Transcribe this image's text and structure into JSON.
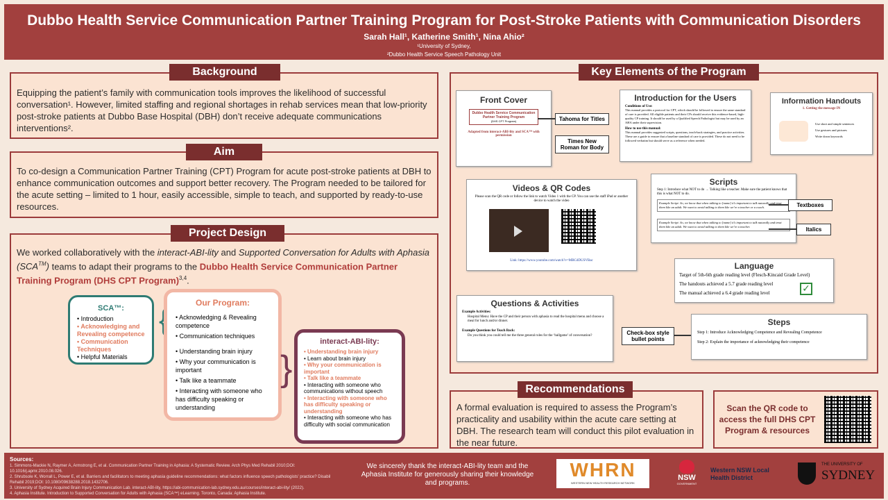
{
  "header": {
    "title": "Dubbo Health Service Communication Partner Training Program for Post-Stroke Patients with Communication Disorders",
    "authors": "Sarah Hall¹, Katherine Smith¹, Nina Ahio²",
    "aff1": "¹University of Sydney,",
    "aff2": "²Dubbo Health Service Speech Pathology Unit"
  },
  "background": {
    "title": "Background",
    "text": "Equipping the patient’s family with communication tools improves the likelihood of successful conversation¹. However, limited staffing and regional shortages in rehab services mean that low-priority post-stroke patients at Dubbo Base Hospital (DBH) don’t receive adequate communications interventions²."
  },
  "aim": {
    "title": "Aim",
    "text": "To co-design a Communication Partner Training (CPT) Program for acute post-stroke patients at DBH to enhance communication outcomes and support better recovery. The Program needed to be tailored for the acute setting – limited to 1 hour, easily accessible, simple to teach, and supported by ready-to-use resources."
  },
  "design": {
    "title": "Project Design",
    "text_a": "We worked collaboratively with the ",
    "text_b": "interact-ABI-lity",
    "text_c": " and ",
    "text_d": "Supported Conversation for Adults with Aphasia (SCA",
    "text_e": "TM",
    "text_f": ")",
    "text_g": " teams to adapt their programs to the ",
    "text_h": "Dubbo Health Service Communication Partner Training Program (DHS CPT Program)",
    "text_i": "3,4",
    "text_j": "."
  },
  "sca": {
    "title": "SCA™:",
    "items": [
      "Introduction",
      "Acknowledging and Revealing competence",
      "Communication Techniques",
      "Helpful Materials"
    ]
  },
  "our_program": {
    "title": "Our Program:",
    "group1": [
      "Acknowledging & Revealing competence",
      "Communication techniques"
    ],
    "group2": [
      "Understanding brain injury",
      "Why your communication is important",
      "Talk like a teammate",
      "Interacting with someone who has difficulty speaking or understanding"
    ]
  },
  "interact": {
    "title": "interact-ABI-lity:",
    "items": [
      "Understanding brain injury",
      "Learn about brain injury",
      "Why your communication is important",
      "Talk like a teammate",
      "Interacting with someone who communications without speech",
      "Interacting with someone who has difficulty speaking or understanding",
      "Interacting with someone who has difficulty with social communication"
    ]
  },
  "key": {
    "title": "Key Elements of the Program",
    "front_cover": "Front Cover",
    "fc_box": "Dubbo Health Service Communication Partner Training Program",
    "fc_box_sub": "(DHS CPT Program)",
    "fc_adapted": "Adapted from interact-ABI-lity and SCA™ with permission",
    "tag_tahoma": "Tahoma for Titles",
    "tag_times": "Times New Roman for Body",
    "intro_title": "Introduction for the Users",
    "intro_h1": "Conditions of Use:",
    "intro_p1": "This manual provides a protocol for CPT, which should be followed to ensure the same standard of care is provided. All eligible patients and their CPs should receive this evidence-based, high-quality CP training. It should be used by a Qualified Speech Pathologist but may be used by an AHA under their supervision.",
    "intro_h2": "How to use this manual:",
    "intro_p2": "This manual provides suggested scripts, questions, teach-back strategies, and practice activities. These are a guide to ensure that a baseline standard of care is provided. These do not need to be followed verbatim but should serve as a reference when needed.",
    "handout_title": "Information Handouts",
    "handout_sub": "1. Getting the message IN",
    "handout_items": [
      "Use short and simple sentences",
      "Use gestures and pictures",
      "Write down keywords"
    ],
    "videos_title": "Videos & QR Codes",
    "videos_text": "Please scan the QR code or follow the link to watch Video 1 with the CP. You can use the staff iPad or another device to watch the video",
    "videos_link": "Link: https://www.youtube.com/watch?v=MBCdDUSVBac",
    "scripts_title": "Scripts",
    "scripts_step": "Step 1: Introduce what NOT to do → Talking like a teacher. Make sure the patient knows that this is what NOT to do.",
    "scripts_ex1": "Example Script: So, we know that when talking to [name] it’s important to talk naturally and treat them like an adult. We want to avoid talking to them like we’re a teacher or a coach.",
    "scripts_ex2": "Example Script: So, we know that when talking to [name] it’s important to talk naturally and treat them like an adult. We want to avoid talking to them like we’re a teacher.",
    "tag_textboxes": "Textboxes",
    "tag_italics": "Italics",
    "lang_title": "Language",
    "lang_target": "Target of 5th-6th grade reading level (Flesch-Kincaid Grade Level)",
    "lang_handouts": "The handouts achieved a 5.7 grade reading level",
    "lang_manual": "The manual achieved a 6.4 grade reading level",
    "qa_title": "Questions & Activities",
    "qa_h1": "Example Activities:",
    "qa_act": "Hospital Menu: Have the CP and their person with aphasia to read the hospital menu and choose a meal for lunch and/or dinner.",
    "qa_h2": "Example Questions for Teach Back:",
    "qa_q": "Do you think you could tell me the three general roles for the ‘ballgame’ of conversation?",
    "tag_checkbox": "Check-box style bullet points",
    "steps_title": "Steps",
    "steps_1": "Step 1: Introduce Acknowledging Competence and Revealing Competence",
    "steps_2": "Step 2: Explain the importance of acknowledging their competence"
  },
  "recommendations": {
    "title": "Recommendations",
    "text": "A formal evaluation is required to assess the Program’s practicality and usability within the acute care setting at DBH. The research team will conduct this pilot evaluation in the near future."
  },
  "qr_panel": {
    "text": "Scan the QR code to access the full DHS CPT Program & resources"
  },
  "footer": {
    "sources_label": "Sources:",
    "sources": [
      "1. Simmons-Mackie N, Raymer A, Armstrong E, et al. Communication Partner Training in Aphasia: A Systematic Review. Arch Phys Med Rehabil 2010;DOI: 10.1016/j.apmr.2010.08.026.",
      "2. Shrubsole K, Worrall L, Power E, et al. Barriers and facilitators to meeting aphasia guideline recommendations: what factors influence speech pathologists' practice? Disabil Rehabil 2019;DOI: 10.1080/09638288.2018.1432706.",
      "3. University of Sydney Acquired Brain Injury Communication Lab. interact-ABI-lity, https://abi-communication-lab.sydney.edu.au/courses/interact-abi-lity/ (2022).",
      "4. Aphasia Institute. Introduction to Supported Conversation for Adults with Aphasia (SCA™) eLearning. Toronto, Canada: Aphasia Institute."
    ],
    "thanks": "We sincerely thank the interact-ABI-lity team and the Aphasia Institute for generously sharing their knowledge and programs.",
    "whrn": "WHRN",
    "whrn_sub": "WESTERN NEW HEALTH RESEARCH NETWORK",
    "nsw": "NSW",
    "nsw_sub": "GOVERNMENT",
    "lhd": "Western NSW Local Health District",
    "usyd_small": "THE UNIVERSITY OF",
    "usyd": "SYDNEY"
  }
}
